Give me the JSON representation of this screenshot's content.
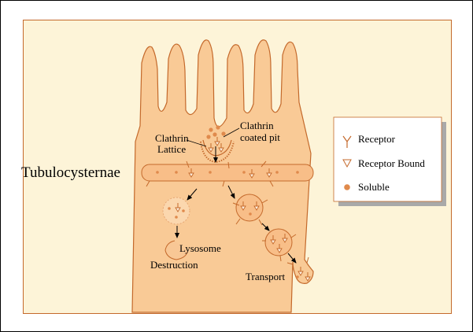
{
  "labels": {
    "tubulocysternae": "Tubulocysternae",
    "clathrin_lattice_1": "Clathrin",
    "clathrin_lattice_2": "Lattice",
    "clathrin_pit_1": "Clathrin",
    "clathrin_pit_2": "coated pit",
    "lysosome": "Lysosome",
    "destruction": "Destruction",
    "transport": "Transport"
  },
  "legend": {
    "items": [
      {
        "label": "Receptor",
        "icon": "receptor-icon"
      },
      {
        "label": "Receptor Bound",
        "icon": "receptor-bound-icon"
      },
      {
        "label": "Soluble",
        "icon": "soluble-icon"
      }
    ]
  },
  "colors": {
    "panel_fill": "#fdf4d8",
    "cell_fill": "#f9ca96",
    "vesicle_fill": "#f8be88",
    "outline": "#c4692b",
    "soluble": "#e08a4c",
    "lysosome_fill": "#f8c795"
  }
}
